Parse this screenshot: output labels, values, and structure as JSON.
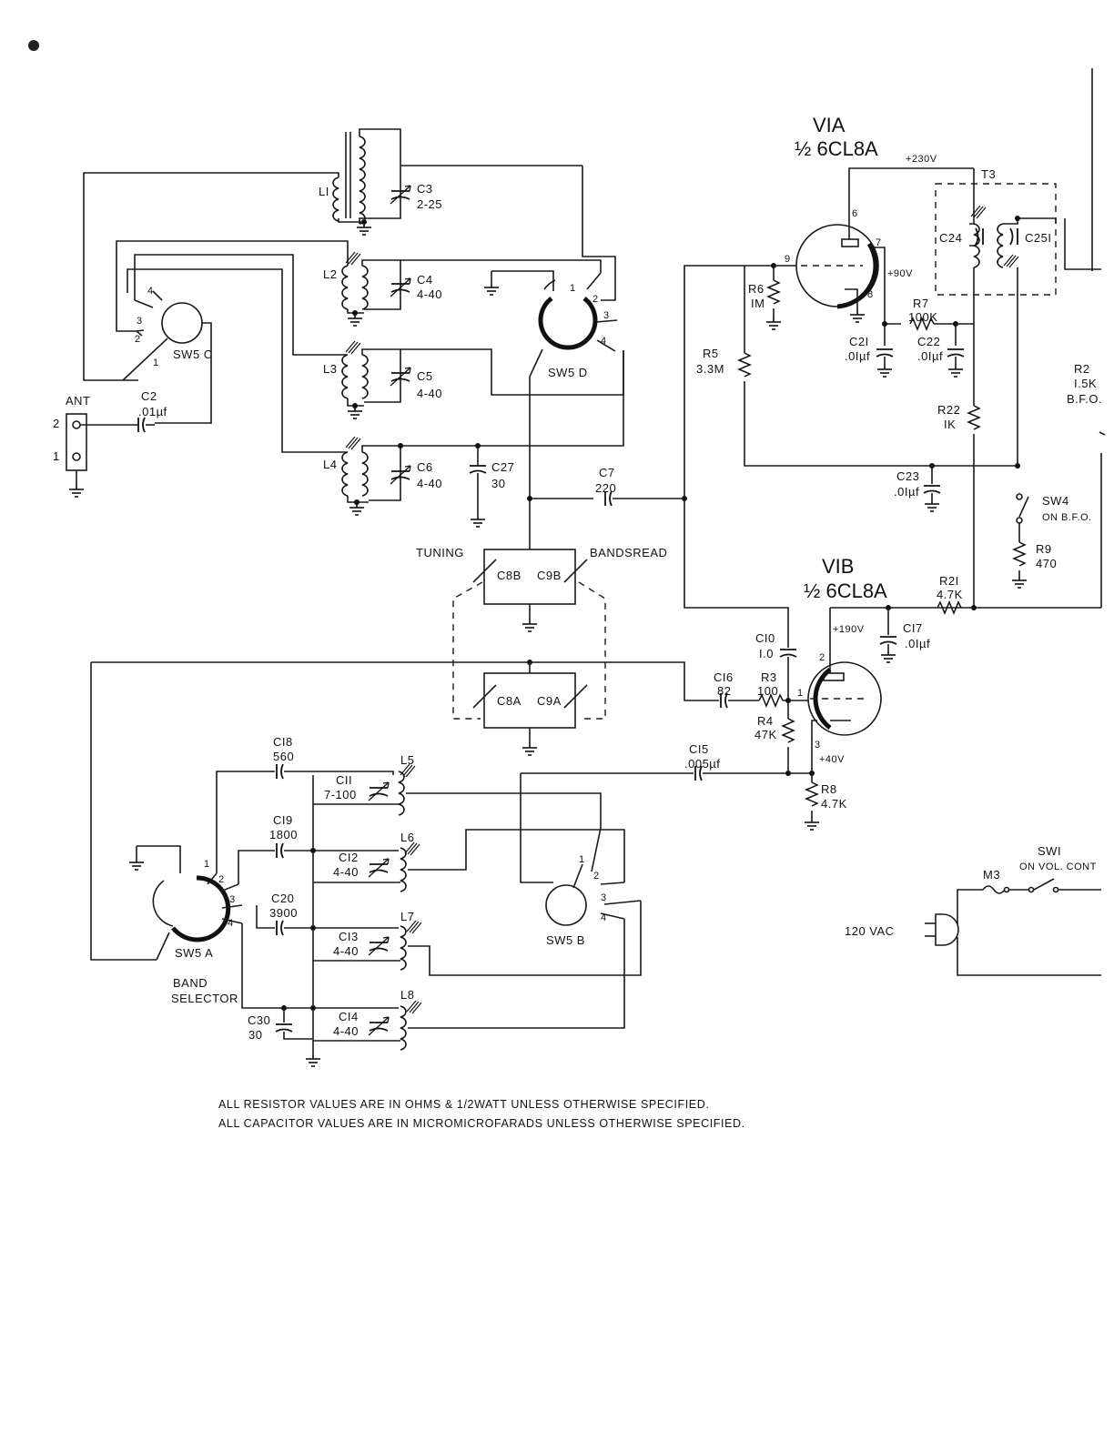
{
  "tubes": {
    "v1a_name": "VIA",
    "v1a_type": "½ 6CL8A",
    "v1b_name": "VIB",
    "v1b_type": "½ 6CL8A"
  },
  "voltages": {
    "b_plus": "+230V",
    "v1a_screen": "+90V",
    "v1b_plate": "+190V",
    "v1b_cathode": "+40V"
  },
  "pins": {
    "v1a": [
      "6",
      "7",
      "8",
      "9"
    ],
    "v1b": [
      "2",
      "1",
      "3"
    ]
  },
  "labels": {
    "ant": "ANT",
    "ant_pin2": "2",
    "ant_pin1": "1",
    "tuning": "TUNING",
    "bandspread": "BANDSREAD",
    "band_selector_1": "BAND",
    "band_selector_2": "SELECTOR",
    "vac": "120 VAC",
    "sw1": "SWI",
    "sw1_desc": "ON VOL. CONT",
    "m3": "M3",
    "sw4": "SW4",
    "sw4_desc": "ON B.F.O.",
    "t3": "T3",
    "r2_bfo": "B.F.O."
  },
  "switches": {
    "sw5a": "SW5 A",
    "sw5b": "SW5 B",
    "sw5c": "SW5 C",
    "sw5d": "SW5 D",
    "positions": [
      "1",
      "2",
      "3",
      "4"
    ]
  },
  "components": {
    "L1": "LI",
    "C3": "C3",
    "C3v": "2-25",
    "L2": "L2",
    "C4": "C4",
    "C4v": "4-40",
    "L3": "L3",
    "C5": "C5",
    "C5v": "4-40",
    "L4": "L4",
    "C6": "C6",
    "C6v": "4-40",
    "C27": "C27",
    "C27v": "30",
    "C2": "C2",
    "C2v": ".01µf",
    "C7": "C7",
    "C7v": "220",
    "C8B": "C8B",
    "C9B": "C9B",
    "C8A": "C8A",
    "C9A": "C9A",
    "R6": "R6",
    "R6v": "IM",
    "R5": "R5",
    "R5v": "3.3M",
    "C21": "C2I",
    "C21v": ".0Iµf",
    "R7": "R7",
    "R7v": "100K",
    "C22": "C22",
    "C22v": ".0Iµf",
    "C24": "C24",
    "C25": "C25I",
    "R22": "R22",
    "R22v": "IK",
    "C23": "C23",
    "C23v": ".0Iµf",
    "R2": "R2",
    "R2v": "I.5K",
    "R9": "R9",
    "R9v": "470",
    "R21": "R2I",
    "R21v": "4.7K",
    "C17": "CI7",
    "C17v": ".0Iµf",
    "C10": "CI0",
    "C10v": "I.0",
    "C16": "CI6",
    "C16v": "82",
    "R3": "R3",
    "R3v": "100",
    "R4": "R4",
    "R4v": "47K",
    "C15": "CI5",
    "C15v": ".005µf",
    "R8": "R8",
    "R8v": "4.7K",
    "C18": "CI8",
    "C18v": "560",
    "C11": "CII",
    "C11v": "7-100",
    "L5": "L5",
    "C19": "CI9",
    "C19v": "1800",
    "C12": "CI2",
    "C12v": "4-40",
    "L6": "L6",
    "C20": "C20",
    "C20v": "3900",
    "C13": "CI3",
    "C13v": "4-40",
    "L7": "L7",
    "C30": "C30",
    "C30v": "30",
    "C14": "CI4",
    "C14v": "4-40",
    "L8": "L8"
  },
  "notes": {
    "line1": "ALL RESISTOR VALUES ARE IN OHMS & 1/2WATT UNLESS OTHERWISE SPECIFIED.",
    "line2": "ALL CAPACITOR VALUES ARE IN MICROMICROFARADS UNLESS OTHERWISE SPECIFIED."
  }
}
